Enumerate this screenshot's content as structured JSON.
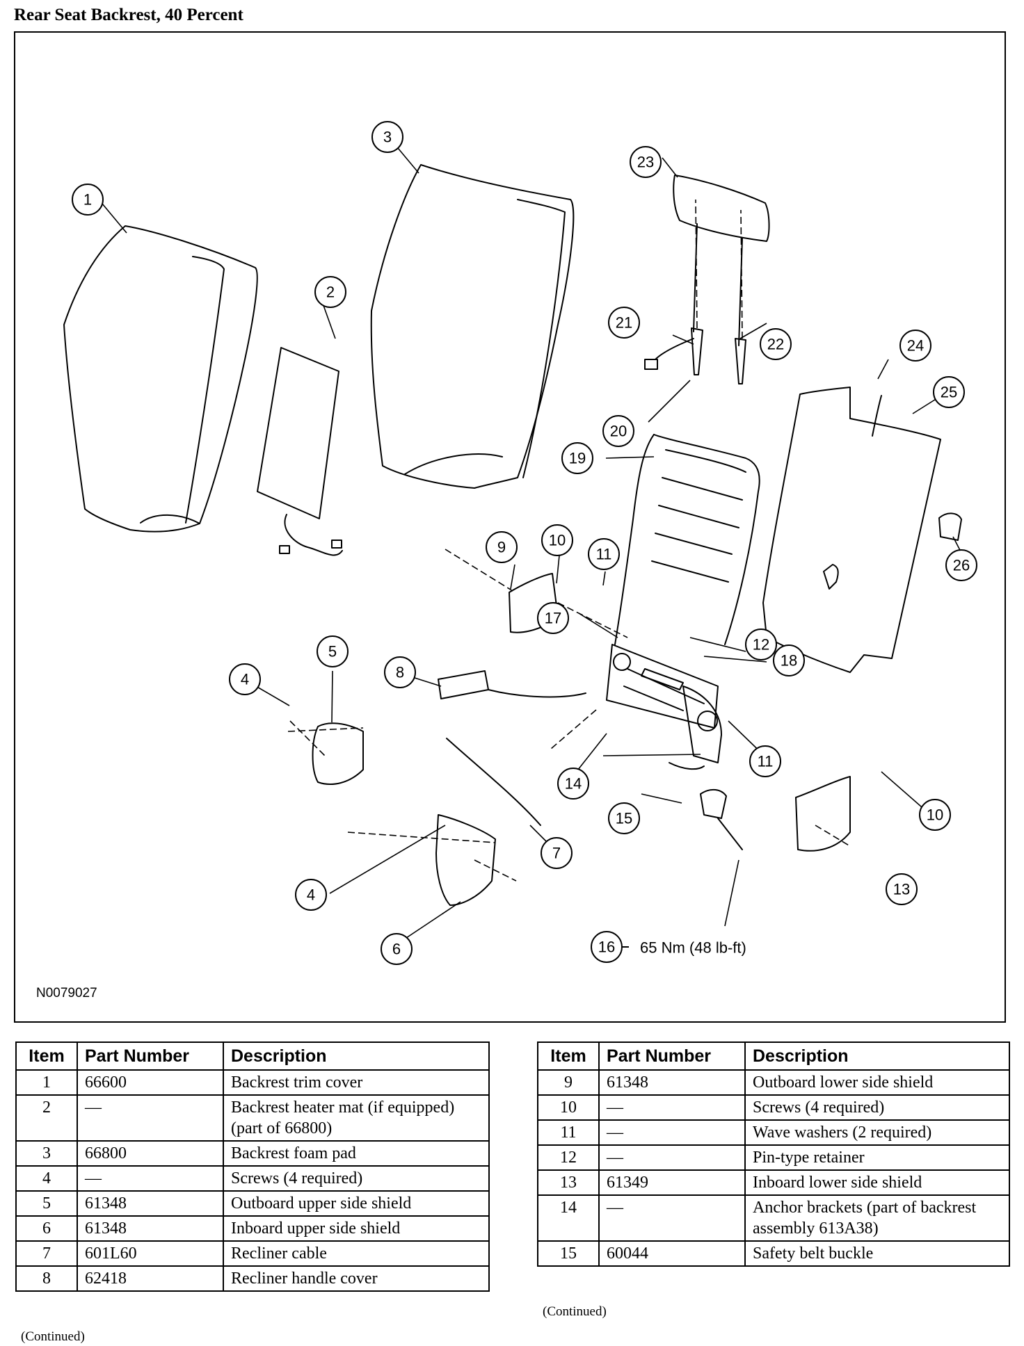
{
  "page": {
    "title": "Rear Seat Backrest, 40 Percent",
    "continued": "(Continued)"
  },
  "figure": {
    "id": "N0079027",
    "torque_label": "65 Nm (48 lb-ft)",
    "callouts": [
      "1",
      "2",
      "3",
      "4",
      "4",
      "5",
      "6",
      "7",
      "8",
      "9",
      "10",
      "10",
      "11",
      "11",
      "12",
      "13",
      "14",
      "15",
      "16",
      "17",
      "18",
      "19",
      "20",
      "21",
      "22",
      "23",
      "24",
      "25",
      "26"
    ]
  },
  "table": {
    "headers": {
      "item": "Item",
      "part": "Part Number",
      "desc": "Description"
    },
    "left": [
      {
        "item": "1",
        "part": "66600",
        "desc": "Backrest trim cover"
      },
      {
        "item": "2",
        "part": "—",
        "desc": "Backrest heater mat (if equipped) (part of 66800)"
      },
      {
        "item": "3",
        "part": "66800",
        "desc": "Backrest foam pad"
      },
      {
        "item": "4",
        "part": "—",
        "desc": "Screws (4 required)"
      },
      {
        "item": "5",
        "part": "61348",
        "desc": "Outboard upper side shield"
      },
      {
        "item": "6",
        "part": "61348",
        "desc": "Inboard upper side shield"
      },
      {
        "item": "7",
        "part": "601L60",
        "desc": "Recliner cable"
      },
      {
        "item": "8",
        "part": "62418",
        "desc": "Recliner handle cover"
      }
    ],
    "right": [
      {
        "item": "9",
        "part": "61348",
        "desc": "Outboard lower side shield"
      },
      {
        "item": "10",
        "part": "—",
        "desc": "Screws (4 required)"
      },
      {
        "item": "11",
        "part": "—",
        "desc": "Wave washers (2 required)"
      },
      {
        "item": "12",
        "part": "—",
        "desc": "Pin-type retainer"
      },
      {
        "item": "13",
        "part": "61349",
        "desc": "Inboard lower side shield"
      },
      {
        "item": "14",
        "part": "—",
        "desc": "Anchor brackets (part of backrest assembly 613A38)"
      },
      {
        "item": "15",
        "part": "60044",
        "desc": "Safety belt buckle"
      }
    ]
  }
}
